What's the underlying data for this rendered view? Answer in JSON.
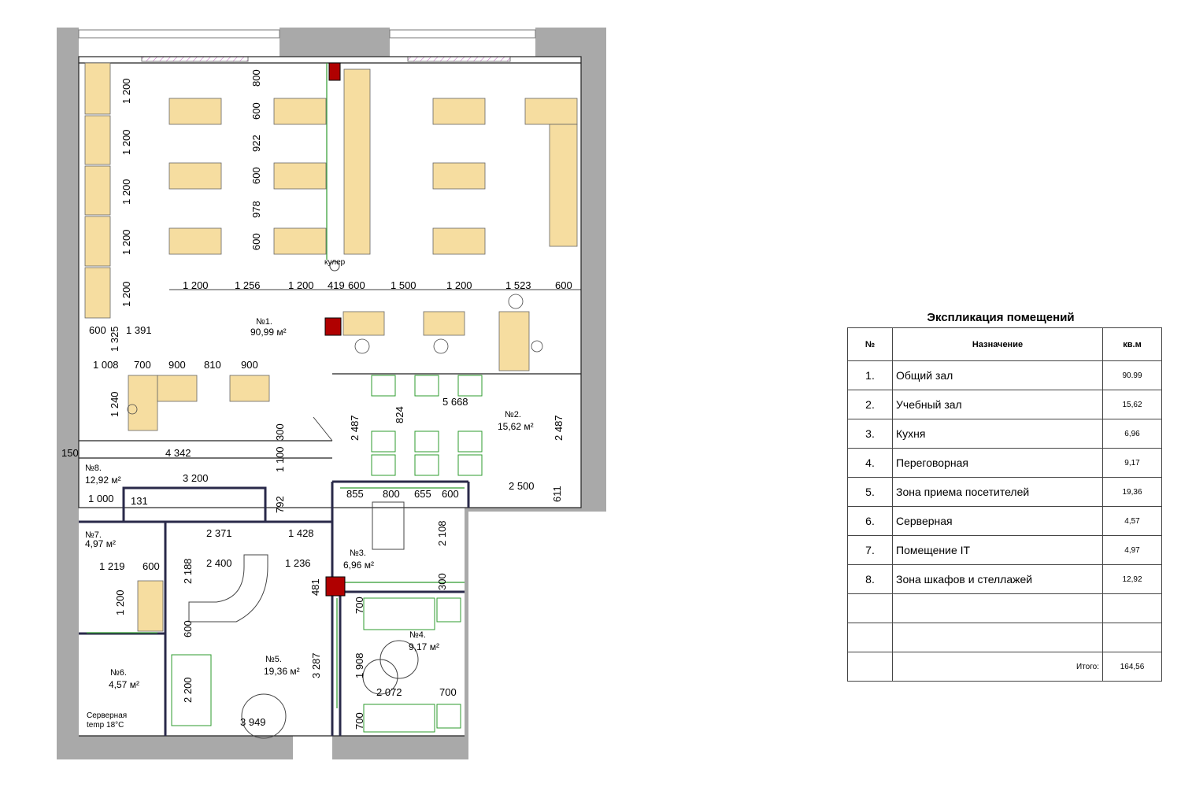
{
  "plan": {
    "cooler_label": "кулер",
    "server_note_line1": "Серверная",
    "server_note_line2": "temp 18°C",
    "rooms": [
      {
        "id": "№1.",
        "area": "90,99 м²"
      },
      {
        "id": "№2.",
        "area": "15,62 м²"
      },
      {
        "id": "№3.",
        "area": "6,96 м²"
      },
      {
        "id": "№4.",
        "area": "9,17 м²"
      },
      {
        "id": "№5.",
        "area": "19,36 м²"
      },
      {
        "id": "№6.",
        "area": "4,57 м²"
      },
      {
        "id": "№7.",
        "area": "4,97 м²"
      },
      {
        "id": "№8.",
        "area": "12,92 м²"
      }
    ],
    "dimensions": {
      "row_top": [
        "1 200",
        "1 256",
        "1 200",
        "419",
        "600",
        "1 500",
        "1 200",
        "1 523",
        "600"
      ],
      "col_left": [
        "1 200",
        "1 200",
        "1 200",
        "1 200",
        "1 200"
      ],
      "col_mid": [
        "800",
        "600",
        "922",
        "600",
        "978",
        "600"
      ],
      "mid_row": [
        "600",
        "1 391"
      ],
      "meet_row": [
        "1 008",
        "700",
        "900",
        "810",
        "900"
      ],
      "misc": [
        "1 325",
        "1 240",
        "300",
        "150",
        "4 342",
        "1 100",
        "3 200",
        "1 000",
        "131",
        "792",
        "2 371",
        "1 428",
        "2 400",
        "1 236",
        "2 188",
        "1 219",
        "600",
        "1 200",
        "600",
        "481",
        "2 200",
        "3 949",
        "3 287",
        "5 668",
        "2 487",
        "824",
        "2 487",
        "2 500",
        "611",
        "855",
        "800",
        "655",
        "600",
        "2 108",
        "300",
        "700",
        "1 908",
        "2 072",
        "700",
        "700"
      ]
    }
  },
  "explication": {
    "title": "Экспликация помещений",
    "headers": {
      "num": "№",
      "name": "Назначение",
      "area": "кв.м"
    },
    "rows": [
      {
        "num": "1.",
        "name": "Общий зал",
        "area": "90.99"
      },
      {
        "num": "2.",
        "name": "Учебный зал",
        "area": "15,62"
      },
      {
        "num": "3.",
        "name": "Кухня",
        "area": "6,96"
      },
      {
        "num": "4.",
        "name": "Переговорная",
        "area": "9,17"
      },
      {
        "num": "5.",
        "name": "Зона приема посетителей",
        "area": "19,36"
      },
      {
        "num": "6.",
        "name": "Серверная",
        "area": "4,57"
      },
      {
        "num": "7.",
        "name": "Помещение IT",
        "area": "4,97"
      },
      {
        "num": "8.",
        "name": "Зона шкафов и стеллажей",
        "area": "12,92"
      }
    ],
    "total_label": "Итого:",
    "total_value": "164,56"
  }
}
